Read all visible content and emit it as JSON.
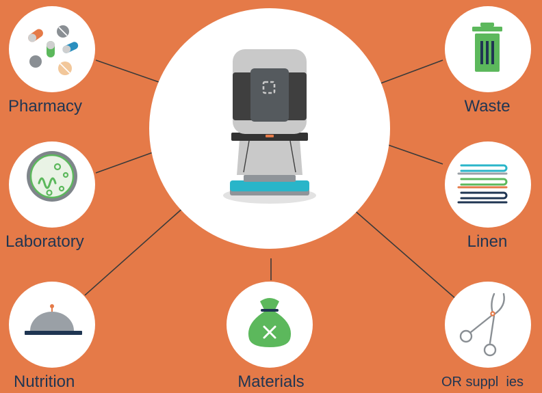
{
  "colors": {
    "background": "#e57a48",
    "circle": "#ffffff",
    "line": "#3a3a3a",
    "label": "#1f3552",
    "accent_green": "#5cb85c",
    "accent_blue": "#2a8fbf",
    "accent_teal": "#29b5c9",
    "robot_body": "#c9c9c9",
    "robot_band": "#3f3f3f"
  },
  "center": {
    "icon": "delivery-robot-icon"
  },
  "nodes": [
    {
      "id": "pharmacy",
      "label": "Pharmacy",
      "icon": "pills-icon"
    },
    {
      "id": "laboratory",
      "label": "Laboratory",
      "icon": "petri-dish-icon"
    },
    {
      "id": "nutrition",
      "label": "Nutrition",
      "icon": "cloche-icon"
    },
    {
      "id": "materials",
      "label": "Materials",
      "icon": "money-bag-icon"
    },
    {
      "id": "or-supplies",
      "label": "OR suppl  ies",
      "icon": "forceps-icon"
    },
    {
      "id": "linen",
      "label": "Linen",
      "icon": "stacked-linen-icon"
    },
    {
      "id": "waste",
      "label": "Waste",
      "icon": "trash-bin-icon"
    }
  ]
}
